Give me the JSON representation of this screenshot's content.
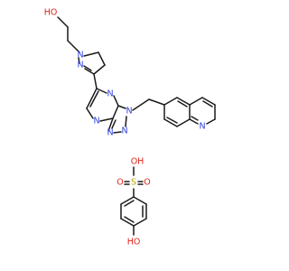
{
  "molecule": {
    "colors": {
      "carbon_bond": "#1a1a1a",
      "nitrogen": "#2f3fe0",
      "oxygen": "#e0241b",
      "sulfur": "#b5a800"
    },
    "labels": {
      "ho_top": "HO",
      "n_pyrazole_1": "N",
      "n_pyrazole_2": "N",
      "n_pyrazine_top": "N",
      "n_pyrazine_left": "N",
      "n_triazole_1": "N",
      "n_triazole_2": "N",
      "n_triazole_3": "N",
      "n_quinoline": "N",
      "sulfonyl_oh": "OH",
      "sulfonyl_o_left": "O",
      "sulfonyl_s": "S",
      "sulfonyl_o_right": "O",
      "phenol_ho": "HO"
    }
  }
}
